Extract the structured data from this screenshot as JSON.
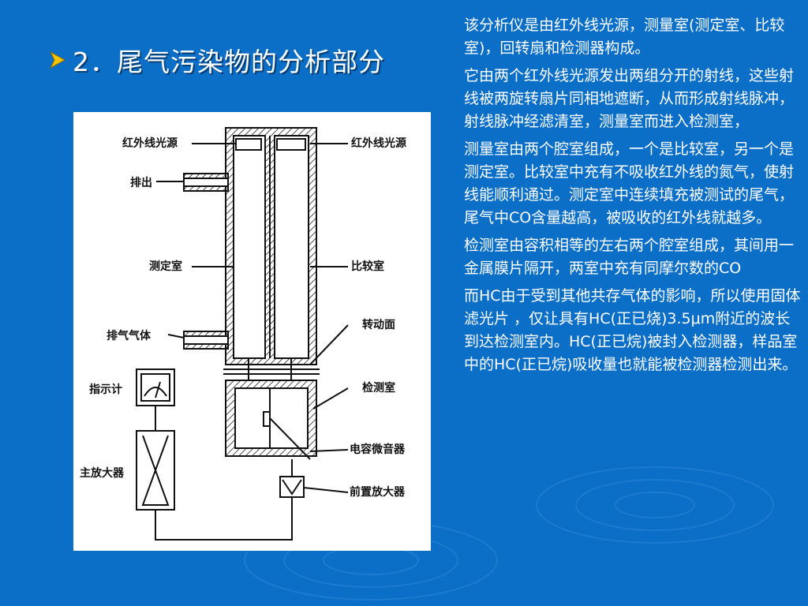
{
  "slide": {
    "title": "2．尾气污染物的分析部分",
    "paragraphs": [
      "该分析仪是由红外线光源，测量室(测定室、比较室)，回转扇和检测器构成。",
      "它由两个红外线光源发出两组分开的射线，这些射线被两旋转扇片同相地遮断，从而形成射线脉冲，射线脉冲经滤清室，测量室而进入检测室，",
      "测量室由两个腔室组成，一个是比较室，另一个是测定室。比较室中充有不吸收红外线的氮气，使射线能顺利通过。测定室中连续填充被测试的尾气，尾气中CO含量越高，被吸收的红外线就越多。",
      "检测室由容积相等的左右两个腔室组成，其间用一金属膜片隔开，两室中充有同摩尔数的CO",
      "而HC由于受到其他共存气体的影响，所以使用固体滤光片 ，仅让具有HC(正已烧)3.5μm附近的波长到达检测室内。HC(正已烷)被封入检测器，样品室中的HC(正已烷)吸收量也就能被检测器检测出来。"
    ]
  },
  "diagram": {
    "labels": {
      "ir_source_left": "红外线光源",
      "ir_source_right": "红外线光源",
      "exhaust_out": "排出",
      "measure_chamber": "测定室",
      "compare_chamber": "比较室",
      "exhaust_gas_in": "排气气体",
      "rotating_surface": "转动面",
      "indicator": "指示计",
      "detector_chamber": "检测室",
      "capacitor_mic": "电容微音器",
      "main_amplifier": "主放大器",
      "preamplifier": "前置放大器"
    }
  },
  "colors": {
    "background": "#0b6fc8",
    "text": "#ffffff",
    "bullet": "#f5c400"
  },
  "icons": {
    "bullet": "arrow-bullet-icon"
  }
}
